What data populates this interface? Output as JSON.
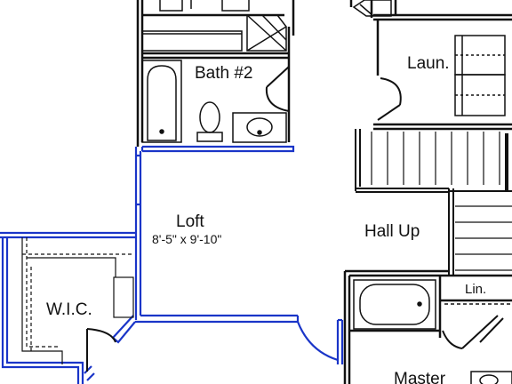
{
  "rooms": {
    "bath2": "Bath #2",
    "laundry": "Laun.",
    "loft": "Loft",
    "loft_dims": "8'-5\" x 9'-10\"",
    "wic": "W.I.C.",
    "hall": "Hall Up",
    "linen": "Lin.",
    "master": "Master"
  },
  "colors": {
    "wall": "#111111",
    "highlight": "#1a35c8",
    "background": "#ffffff"
  }
}
